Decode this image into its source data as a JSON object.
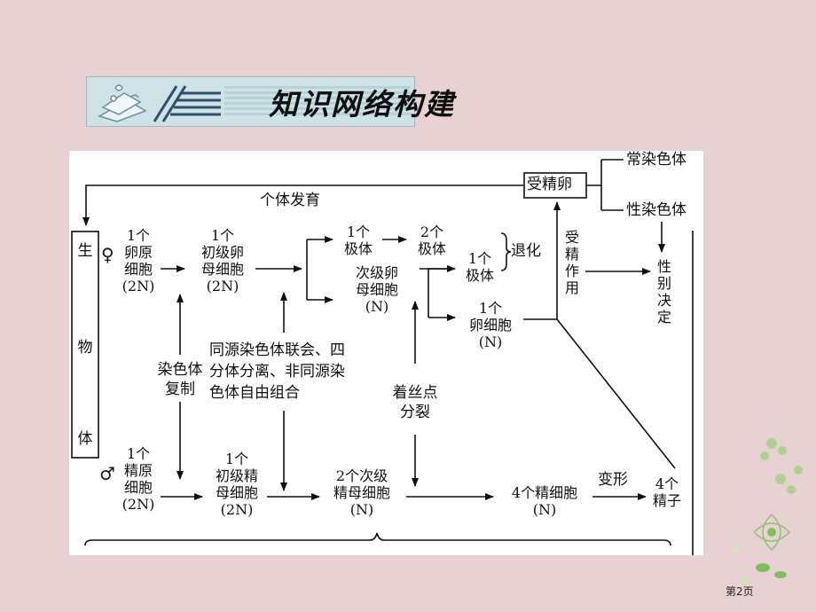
{
  "banner": {
    "title": "知识网络构建"
  },
  "page_number": "第2页",
  "diagram": {
    "organism": [
      "生",
      "物",
      "体"
    ],
    "individual_development": "个体发育",
    "zygote": "受精卵",
    "euchromosome": "常染色体",
    "sex_chromosome": "性染色体",
    "fertilization": [
      "受",
      "精",
      "作",
      "用"
    ],
    "sex_determination": [
      "性",
      "别",
      "决",
      "定"
    ],
    "female_symbol": "♀",
    "male_symbol": "♂",
    "oogonium": [
      "1个",
      "卵原",
      "细胞",
      "(2N)"
    ],
    "primary_oocyte": [
      "1个",
      "初级卵",
      "母细胞",
      "(2N)"
    ],
    "polar_body_1": [
      "1个",
      "极体"
    ],
    "polar_bodies_2": [
      "2个",
      "极体"
    ],
    "secondary_oocyte": [
      "次级卵",
      "母细胞",
      "(N)"
    ],
    "polar_body_3": [
      "1个",
      "极体"
    ],
    "degenerate": "退化",
    "egg_cell": [
      "1个",
      "卵细胞",
      "(N)"
    ],
    "chromosome_replication": [
      "染色体",
      "复制"
    ],
    "meiosis_i_events": [
      "同源染色体联会、四",
      "分体分离、非同源染",
      "色体自由组合"
    ],
    "centromere_division": [
      "着丝点",
      "分裂"
    ],
    "spermatogonium": [
      "1个",
      "精原",
      "细胞",
      "(2N)"
    ],
    "primary_spermatocyte": [
      "1个",
      "初级精",
      "母细胞",
      "(2N)"
    ],
    "secondary_spermatocyte": [
      "2个次级",
      "精母细胞",
      "(N)"
    ],
    "spermatids": [
      "4个精细胞",
      "(N)"
    ],
    "transformation": "变形",
    "sperm": [
      "4个",
      "精子"
    ]
  }
}
